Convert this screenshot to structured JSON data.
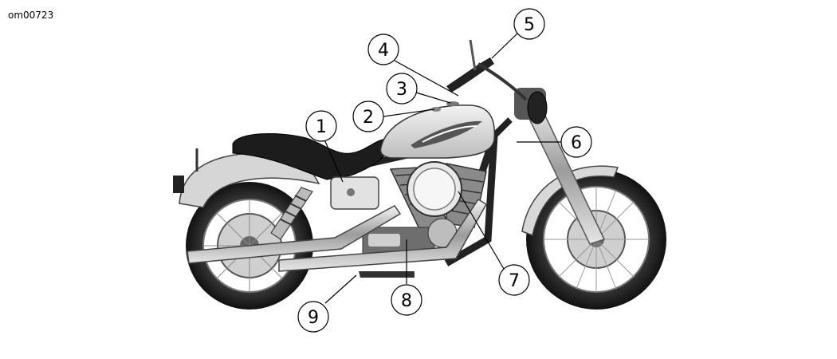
{
  "figure_id": "om00723",
  "callouts": [
    "1",
    "2",
    "3",
    "4",
    "5",
    "6",
    "7",
    "8",
    "9"
  ]
}
